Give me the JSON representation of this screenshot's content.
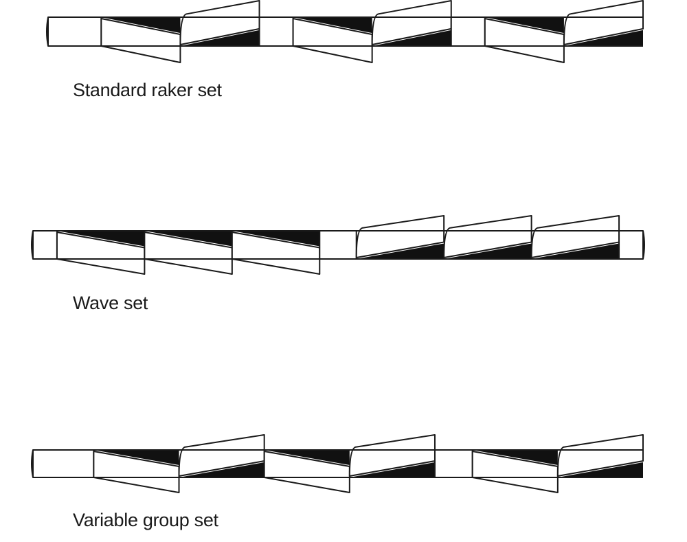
{
  "diagram": {
    "colors": {
      "stroke": "#1a1a1a",
      "fill": "#ffffff",
      "shadow": "#111111"
    },
    "patterns": [
      {
        "id": "raker",
        "caption": "Standard raker set",
        "sequence": [
          "straight",
          "left",
          "right",
          "straight",
          "left",
          "right",
          "straight",
          "left",
          "right"
        ]
      },
      {
        "id": "wave",
        "caption": "Wave set",
        "sequence": [
          "straight",
          "left",
          "left",
          "left",
          "straight",
          "right",
          "right",
          "right",
          "straight"
        ]
      },
      {
        "id": "variable",
        "caption": "Variable group set",
        "sequence": [
          "straight",
          "left",
          "right",
          "left",
          "right",
          "straight",
          "left",
          "right"
        ]
      }
    ]
  }
}
